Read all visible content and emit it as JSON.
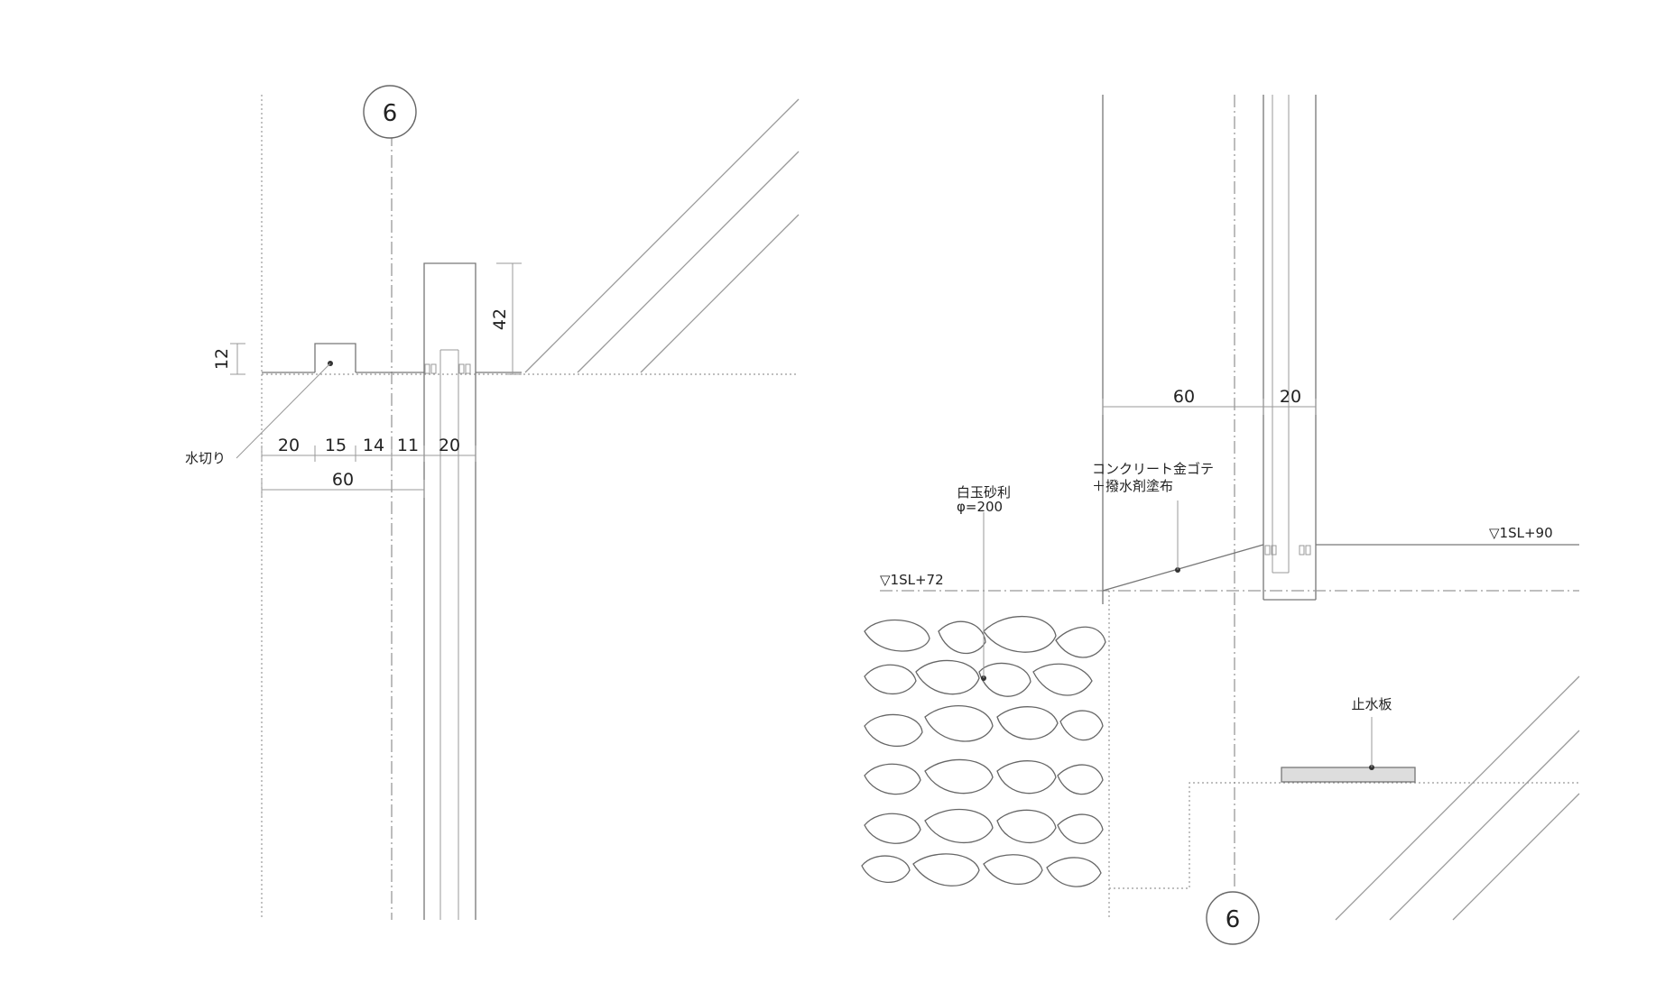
{
  "left_detail": {
    "grid_label": "6",
    "height_small": "12",
    "height_large": "42",
    "dims_row": [
      "20",
      "15",
      "14",
      "11",
      "20"
    ],
    "dim_total": "60",
    "note_drip": "水切り"
  },
  "right_detail": {
    "grid_label": "6",
    "dim_a": "60",
    "dim_b": "20",
    "note_gravel_line1": "白玉砂利",
    "note_gravel_line2": "φ=200",
    "note_concrete_line1": "コンクリート金ゴテ",
    "note_concrete_line2": "＋撥水剤塗布",
    "level_left": "▽1SL+72",
    "level_right": "▽1SL+90",
    "note_waterstop": "止水板"
  },
  "colors": {
    "line": "#777777",
    "text": "#222222",
    "waterstop_fill": "#dddddd"
  }
}
